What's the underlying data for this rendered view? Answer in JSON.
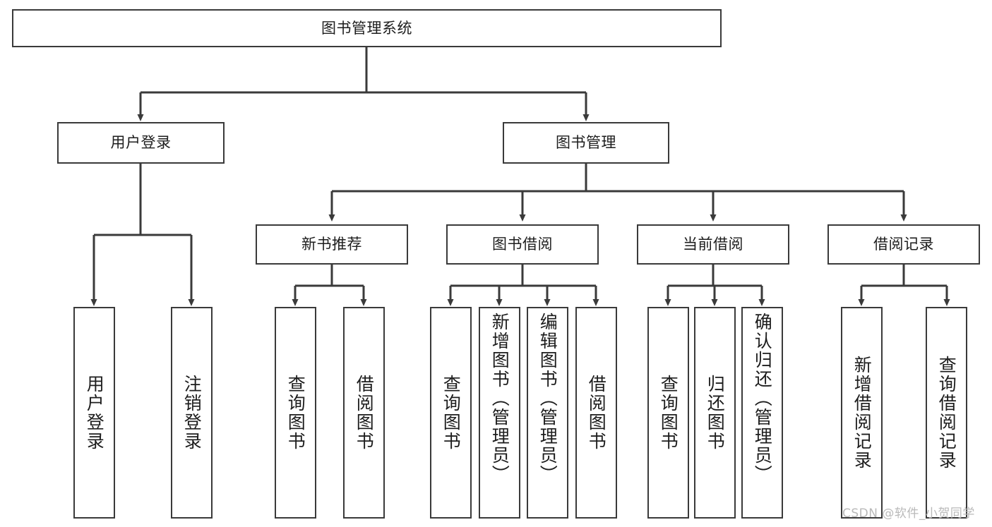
{
  "diagram": {
    "type": "tree-hierarchy",
    "title": "图书管理系统",
    "root": {
      "label": "图书管理系统"
    },
    "level2": [
      {
        "label": "用户登录"
      },
      {
        "label": "图书管理"
      }
    ],
    "level3": [
      {
        "label": "新书推荐"
      },
      {
        "label": "图书借阅"
      },
      {
        "label": "当前借阅"
      },
      {
        "label": "借阅记录"
      }
    ],
    "leaves": {
      "user_login": [
        {
          "label": "用户登录"
        },
        {
          "label": "注销登录"
        }
      ],
      "new_book_recommend": [
        {
          "label": "查询图书"
        },
        {
          "label": "借阅图书"
        }
      ],
      "book_borrow": [
        {
          "label": "查询图书"
        },
        {
          "label": "新增图书（管理员）"
        },
        {
          "label": "编辑图书（管理员）"
        },
        {
          "label": "借阅图书"
        }
      ],
      "current_borrow": [
        {
          "label": "查询图书"
        },
        {
          "label": "归还图书"
        },
        {
          "label": "确认归还（管理员）"
        }
      ],
      "borrow_record": [
        {
          "label": "新增借阅记录"
        },
        {
          "label": "查询借阅记录"
        }
      ]
    }
  },
  "watermark": {
    "text": "CSDN @软件_小贺同学"
  },
  "colors": {
    "stroke": "#3a3a3a",
    "background": "#ffffff",
    "text": "#1d1d1d",
    "watermark": "#b9b9b9"
  }
}
